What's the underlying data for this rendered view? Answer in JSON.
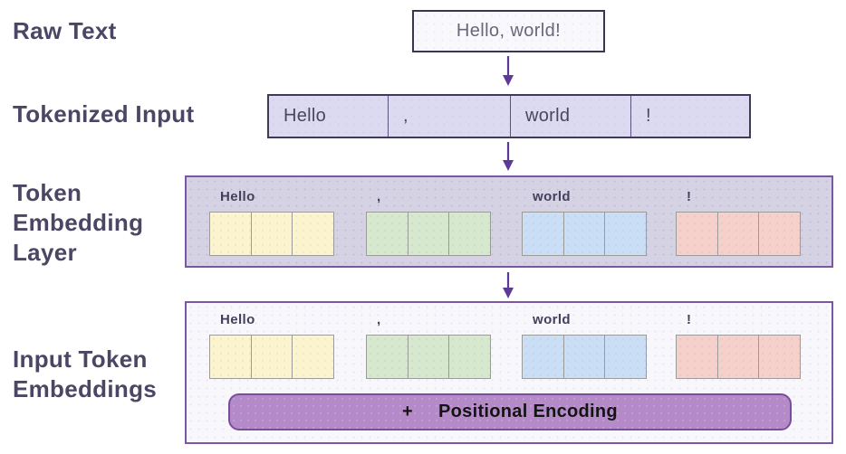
{
  "colors": {
    "label_text": "#4c4664",
    "arrow": "#5d3a97",
    "raw_box_bg": "#f8f8fd",
    "token_row_bg": "#dcdaf0",
    "embed_box_bg": "#d4d2e3",
    "input_box_bg": "#f8f7fc",
    "bar_bg": "#b48bc8",
    "bar_border": "#7a4d9c"
  },
  "raw_text": {
    "label": "Raw Text",
    "value": "Hello, world!"
  },
  "tokenized_input": {
    "label": "Tokenized Input"
  },
  "tokens": [
    {
      "text": "Hello",
      "fill": "#fcf3cf"
    },
    {
      "text": ",",
      "fill": "#d6e8ce"
    },
    {
      "text": "world",
      "fill": "#cadef5"
    },
    {
      "text": "!",
      "fill": "#f6d0cb"
    }
  ],
  "token_embedding_layer": {
    "label_lines": [
      "Token",
      "Embedding",
      "Layer"
    ],
    "cells_per_token": 3
  },
  "input_token_embeddings": {
    "label_lines": [
      "Input Token",
      "Embeddings"
    ]
  },
  "positional_encoding": {
    "plus": "+",
    "label": "Positional Encoding"
  }
}
